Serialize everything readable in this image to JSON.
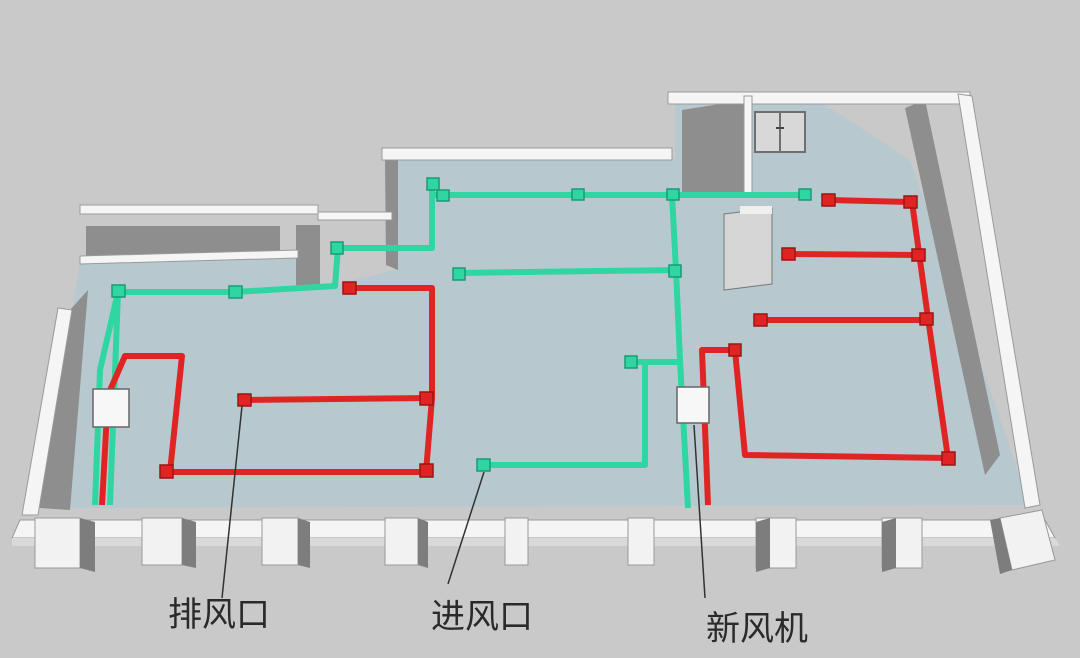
{
  "labels": {
    "exhaust_vent": "排风口",
    "supply_vent": "进风口",
    "fresh_air_unit": "新风机"
  },
  "colors": {
    "background": "#c9c9c9",
    "floor": "#b7c9cf",
    "wall_top": "#f6f6f6",
    "wall_side": "#8d8d8d",
    "supply_duct": "#2fd6a1",
    "exhaust_duct": "#e02424",
    "label_text": "#2a2a2a"
  }
}
